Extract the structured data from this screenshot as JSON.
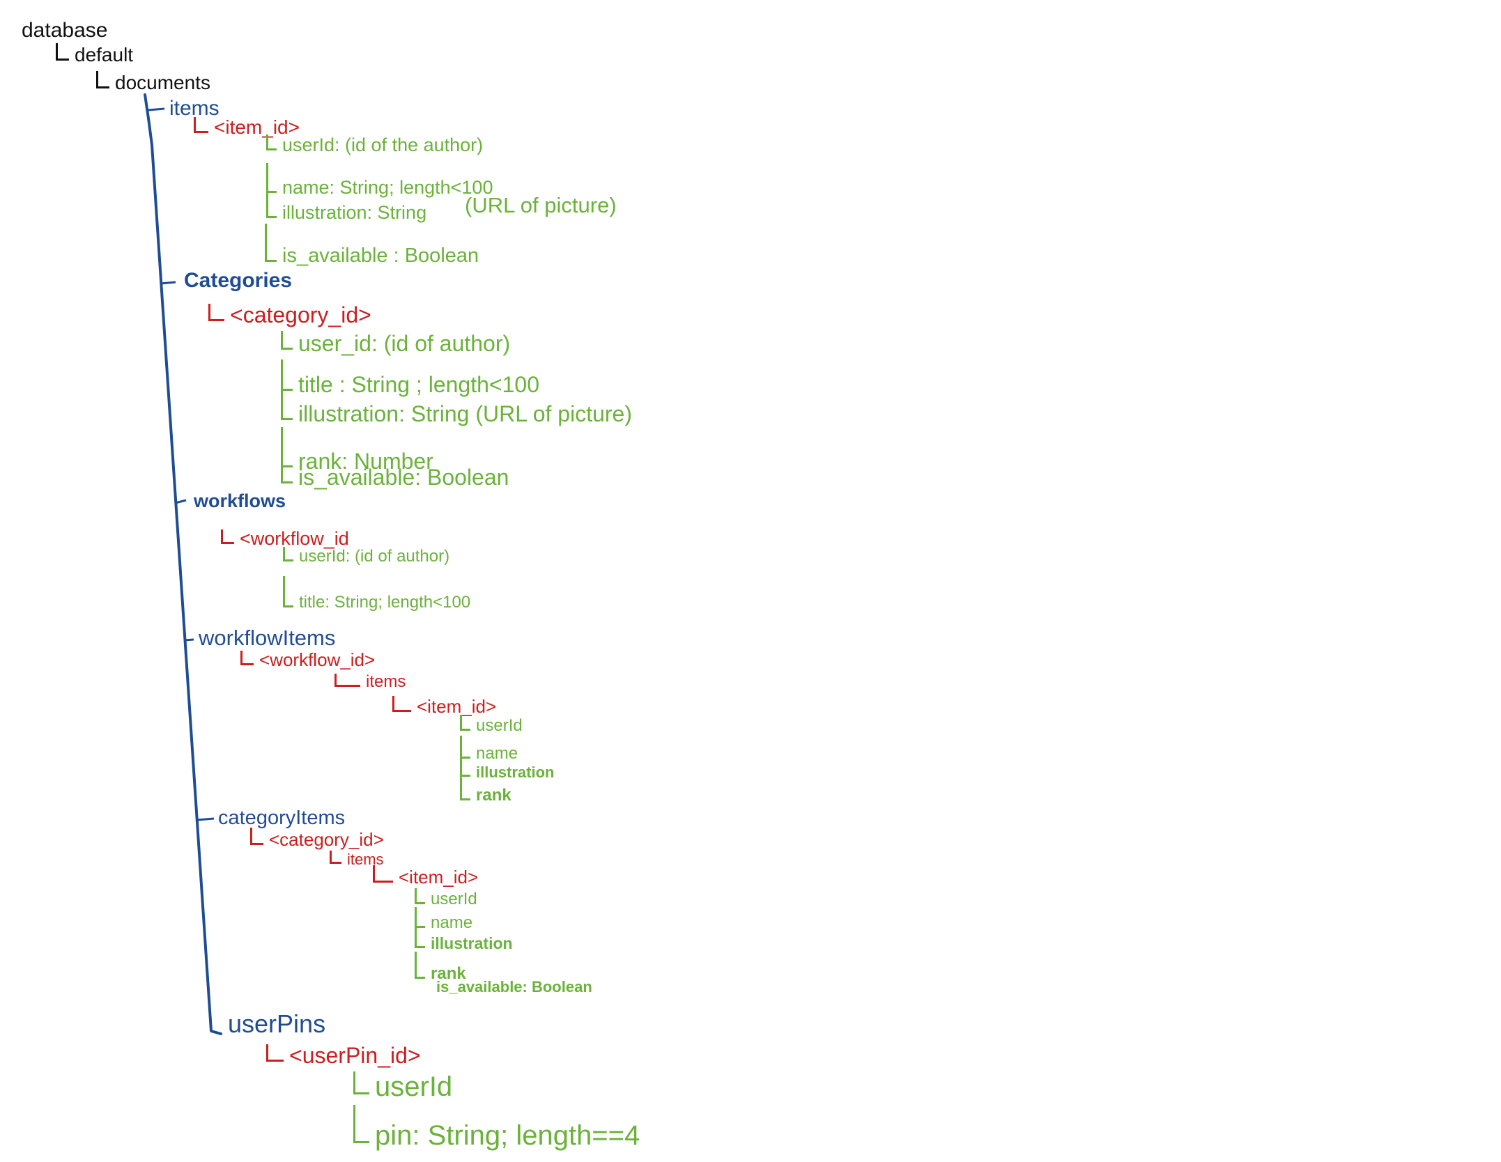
{
  "colors": {
    "root": "#111111",
    "collection": "#1f4d94",
    "document": "#cc1e1e",
    "field": "#6ab23a"
  },
  "tree": {
    "database": "database",
    "default": "default",
    "documents": "documents",
    "collections": [
      {
        "name": "items",
        "document": "<item_id>",
        "fields": [
          "userId: (id of the author)",
          "name: String; length<100",
          "illustration: String",
          "is_available : Boolean"
        ],
        "note": "(URL of picture)"
      },
      {
        "name": "Categories",
        "document": "<category_id>",
        "fields": [
          "user_id: (id of author)",
          "title : String ; length<100",
          "illustration: String (URL of picture)",
          "rank: Number",
          "is_available: Boolean"
        ]
      },
      {
        "name": "workflows",
        "document": "<workflow_id",
        "fields": [
          "userId: (id of author)",
          "title: String; length<100"
        ]
      },
      {
        "name": "workflowItems",
        "document": "<workflow_id>",
        "subcollection": "items",
        "subdocument": "<item_id>",
        "fields": [
          "userId",
          "name",
          "illustration",
          "rank"
        ]
      },
      {
        "name": "categoryItems",
        "document": "<category_id>",
        "subcollection": "items",
        "subdocument": "<item_id>",
        "fields": [
          "userId",
          "name",
          "illustration",
          "rank",
          "is_available: Boolean"
        ]
      },
      {
        "name": "userPins",
        "document": "<userPin_id>",
        "fields": [
          "userId",
          "pin: String; length==4"
        ]
      }
    ]
  }
}
